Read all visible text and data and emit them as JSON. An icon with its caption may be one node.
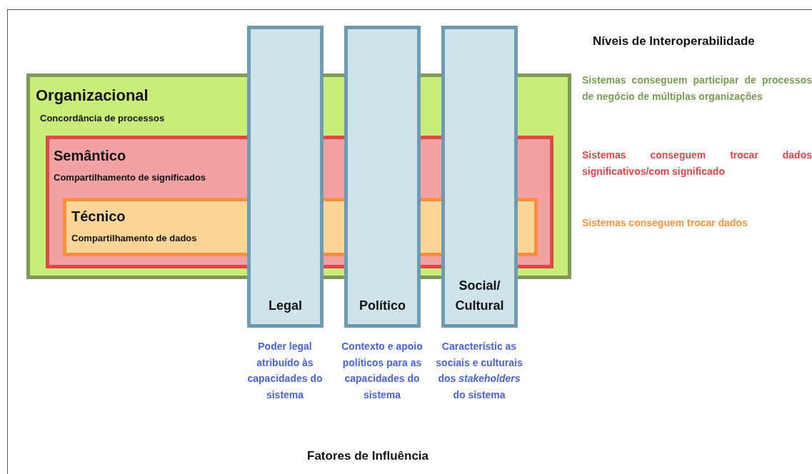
{
  "diagram": {
    "nodes": [
      {
        "text": [
          "Organizacional",
          "Concordância de processos"
        ]
      },
      {
        "text": [
          "Semântico",
          "Compartilhamento de significados"
        ],
        "in": 0
      },
      {
        "text": [
          "Técnico",
          "Compartilhamento de dados"
        ],
        "in": 1
      },
      {
        "text": [
          "Legal"
        ],
        "beside": [
          "Poder legal atribuído às capacidades do sistema"
        ]
      },
      {
        "text": [
          "Político"
        ],
        "beside": [
          "Contexto e apoio políticos para as capacidades do sistema"
        ]
      },
      {
        "text": [
          "Social/ Cultural"
        ],
        "beside": [
          "Característic as sociais e culturais dos *stakeholders* do sistema"
        ]
      }
    ],
    "edges": [],
    "labels": [
      "Níveis de Interoperabilidade",
      "Sistemas conseguem participar de processos de negócio de múltiplas organizações",
      "Sistemas conseguem trocar dados significativos/com significado",
      "Sistemas conseguem trocar dados",
      "Fatores de Influência"
    ]
  }
}
